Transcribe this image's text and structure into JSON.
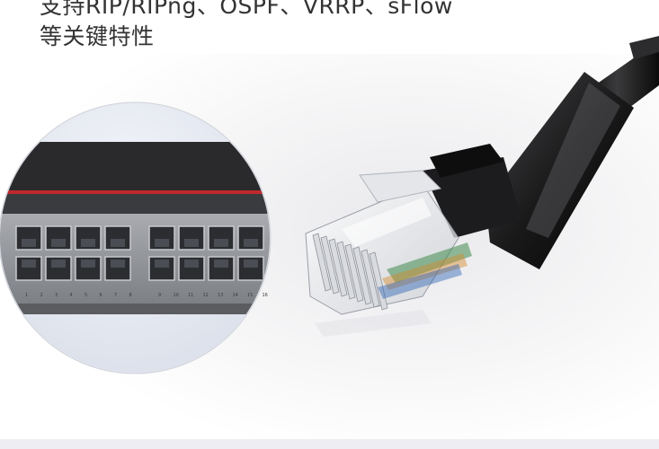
{
  "headline": {
    "line1": "支持RIP/RIPng、OSPF、VRRP、sFlow",
    "line2": "等关键特性"
  },
  "switch": {
    "port_labels_left": [
      "1",
      "2",
      "3",
      "4",
      "5",
      "6",
      "7",
      "8"
    ],
    "port_labels_right": [
      "9",
      "10",
      "11",
      "12",
      "13",
      "14",
      "15",
      "16"
    ]
  },
  "colors": {
    "accent_red": "#c0282c",
    "switch_body": "#2a2a2c",
    "port_panel": "#8f9196",
    "cable": "#141414",
    "background": "#ffffff"
  }
}
